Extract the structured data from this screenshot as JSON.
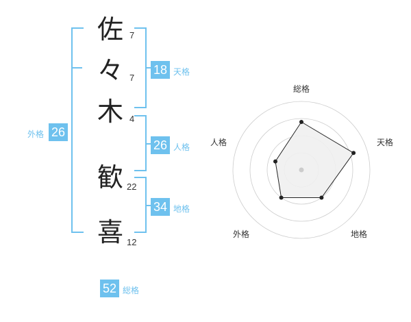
{
  "characters": [
    {
      "char": "佐",
      "strokes": "7"
    },
    {
      "char": "々",
      "strokes": "7"
    },
    {
      "char": "木",
      "strokes": "4"
    },
    {
      "char": "歓",
      "strokes": "22"
    },
    {
      "char": "喜",
      "strokes": "12"
    }
  ],
  "fortunes": {
    "tenkaku": {
      "value": "18",
      "label": "天格"
    },
    "jinkaku": {
      "value": "26",
      "label": "人格"
    },
    "chikaku": {
      "value": "34",
      "label": "地格"
    },
    "gaikaku": {
      "value": "26",
      "label": "外格"
    },
    "soukaku": {
      "value": "52",
      "label": "総格"
    }
  },
  "radar": {
    "labels": {
      "soukaku": "総格",
      "tenkaku": "天格",
      "chikaku": "地格",
      "gaikaku": "外格",
      "jinkaku": "人格"
    },
    "scores": {
      "soukaku": 0.7,
      "tenkaku": 0.8,
      "chikaku": 0.5,
      "gaikaku": 0.5,
      "jinkaku": 0.4
    }
  },
  "colors": {
    "accent": "#6ec1ee",
    "radar_fill": "#f0f0f0",
    "radar_stroke": "#222222",
    "grid": "#cccccc"
  }
}
